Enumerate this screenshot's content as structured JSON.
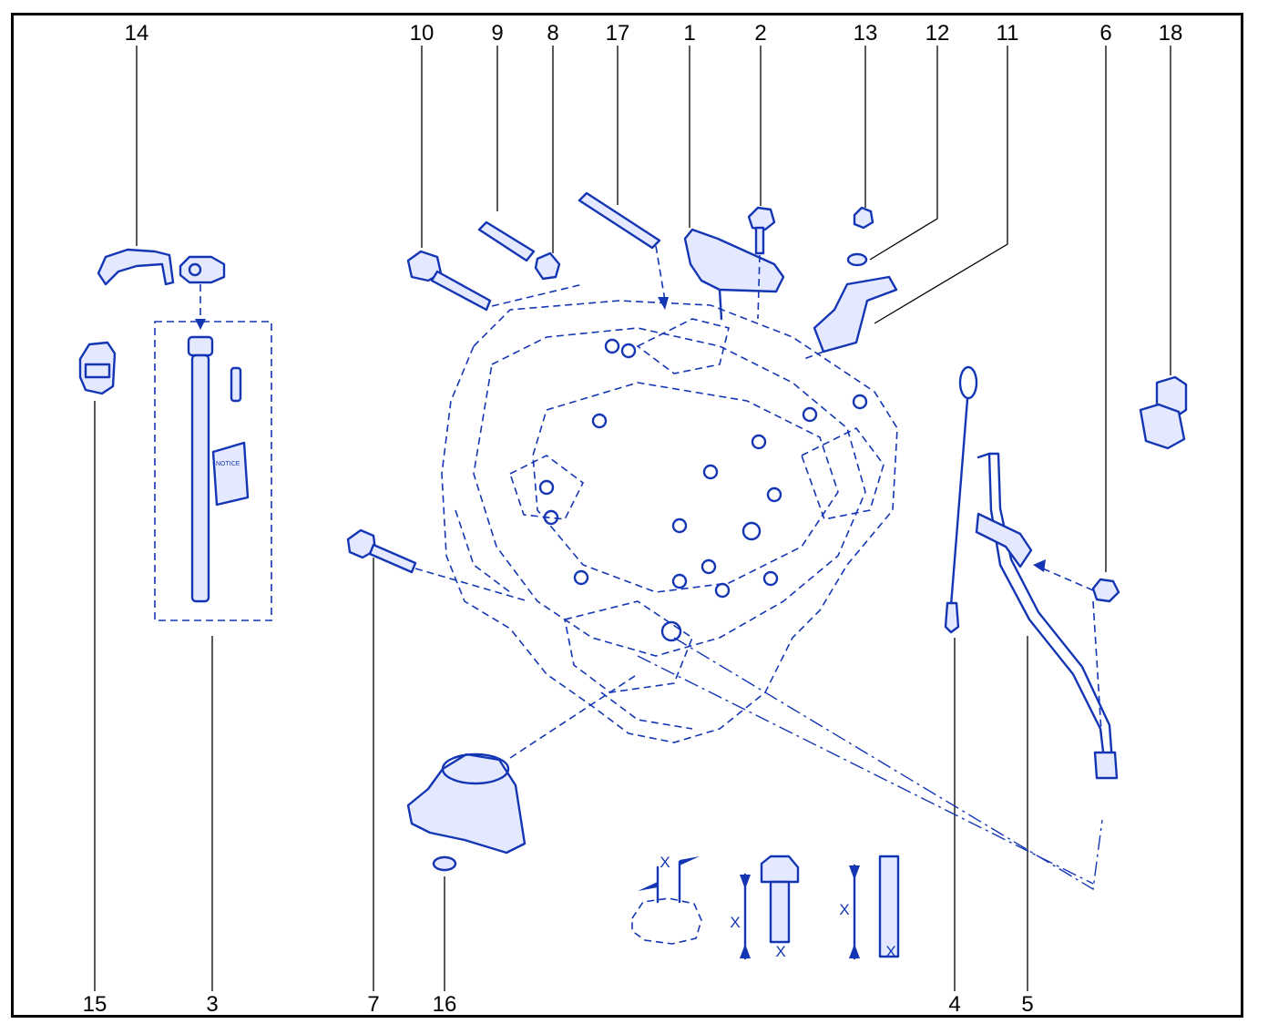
{
  "callouts": [
    {
      "id": "14",
      "label": "14"
    },
    {
      "id": "10",
      "label": "10"
    },
    {
      "id": "9",
      "label": "9"
    },
    {
      "id": "8",
      "label": "8"
    },
    {
      "id": "17",
      "label": "17"
    },
    {
      "id": "1",
      "label": "1"
    },
    {
      "id": "2",
      "label": "2"
    },
    {
      "id": "13",
      "label": "13"
    },
    {
      "id": "12",
      "label": "12"
    },
    {
      "id": "11",
      "label": "11"
    },
    {
      "id": "6",
      "label": "6"
    },
    {
      "id": "18",
      "label": "18"
    },
    {
      "id": "15",
      "label": "15"
    },
    {
      "id": "3",
      "label": "3"
    },
    {
      "id": "7",
      "label": "7"
    },
    {
      "id": "16",
      "label": "16"
    },
    {
      "id": "4",
      "label": "4"
    },
    {
      "id": "5",
      "label": "5"
    }
  ],
  "notice_label": "NOTICE",
  "dimension_letter": "X",
  "colors": {
    "line": "#1436b4",
    "fill": "#e4e9ff",
    "frame": "#000000"
  }
}
